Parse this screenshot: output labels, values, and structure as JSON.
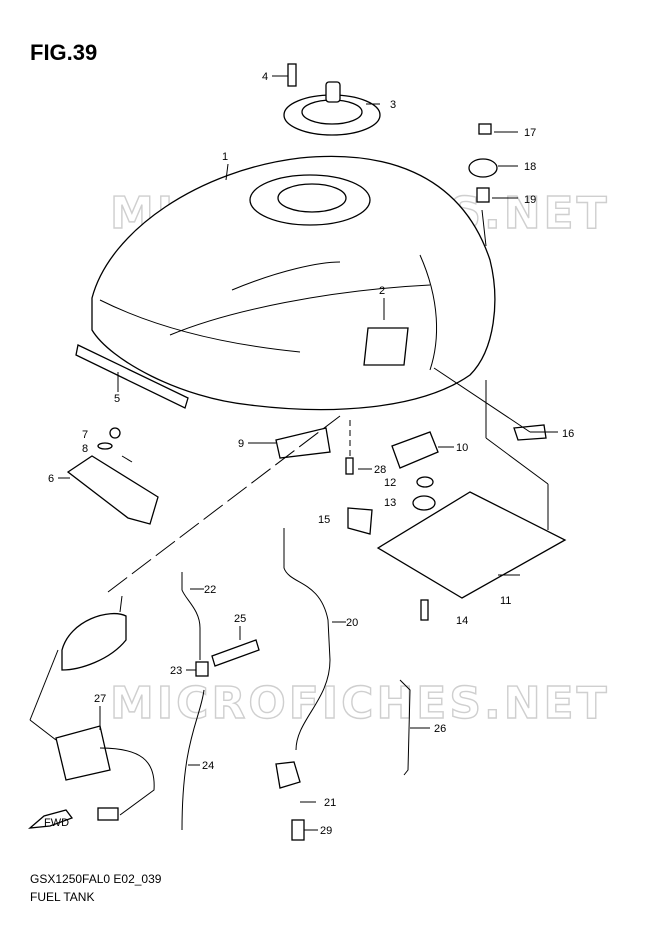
{
  "figure": {
    "title": "FIG.39",
    "code": "GSX1250FAL0 E02_039",
    "name": "FUEL TANK"
  },
  "watermark": "MICROFICHES.NET",
  "callouts": [
    "1",
    "2",
    "3",
    "4",
    "5",
    "6",
    "7",
    "8",
    "9",
    "10",
    "11",
    "12",
    "13",
    "14",
    "15",
    "16",
    "17",
    "18",
    "19",
    "20",
    "21",
    "22",
    "23",
    "24",
    "25",
    "26",
    "27",
    "28",
    "29"
  ],
  "fwd_label": "FWD"
}
